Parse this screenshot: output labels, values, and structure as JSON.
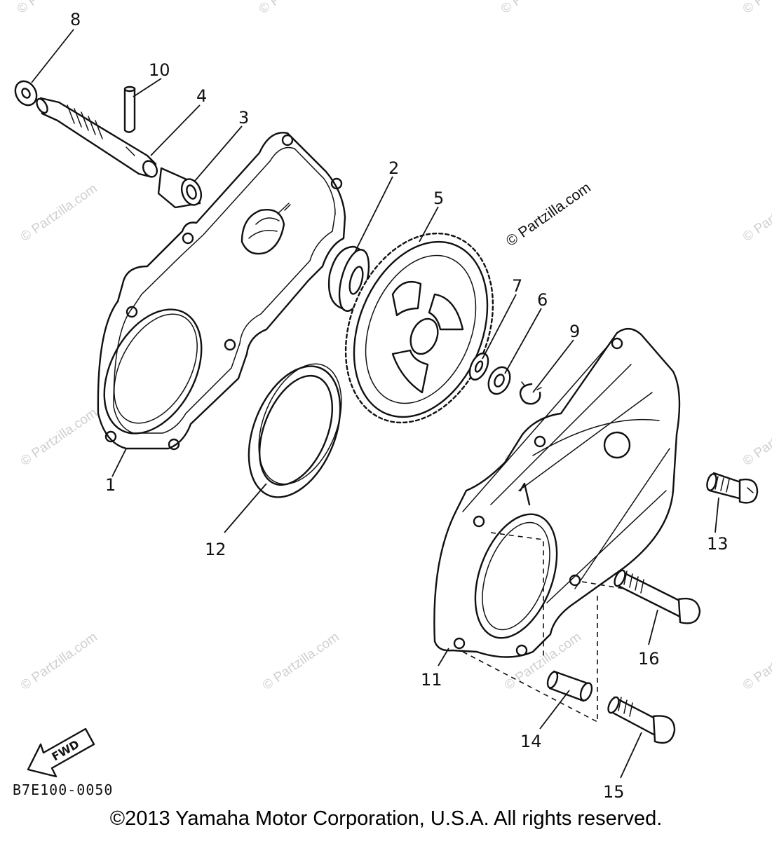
{
  "diagram": {
    "part_numbers": {
      "p1": "1",
      "p2": "2",
      "p3": "3",
      "p4": "4",
      "p5": "5",
      "p6": "6",
      "p7": "7",
      "p8": "8",
      "p9": "9",
      "p10": "10",
      "p11": "11",
      "p12": "12",
      "p13": "13",
      "p14": "14",
      "p15": "15",
      "p16": "16"
    },
    "fwd_label": "FWD",
    "diagram_code": "B7E100-0050"
  },
  "watermark": {
    "text": "© Partzilla.com"
  },
  "footer": {
    "copyright": "©2013 Yamaha Motor Corporation, U.S.A. All rights reserved."
  }
}
